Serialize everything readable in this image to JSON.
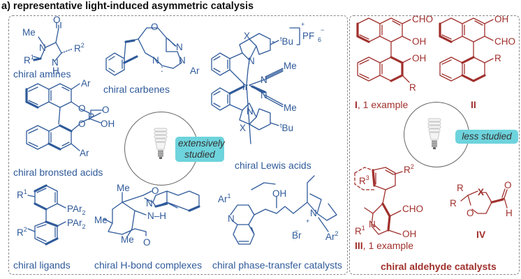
{
  "header": {
    "title": "a) representative light-induced asymmetric catalysis"
  },
  "colors": {
    "left_structures": "#2f5a9a",
    "right_structures": "#a0302c",
    "badge": "#6dd3dc"
  },
  "left_panel": {
    "categories": [
      {
        "label": "chiral amines"
      },
      {
        "label": "chiral carbenes"
      },
      {
        "label": "chiral Lewis acids"
      },
      {
        "label": "chiral bronsted acids"
      },
      {
        "label": "chiral ligands"
      },
      {
        "label": "chiral H-bond complexes"
      },
      {
        "label": "chiral phase-transfer catalysts"
      }
    ],
    "bulb": {
      "icon": "light-bulb-icon",
      "badge_line1": "extensively",
      "badge_line2": "studied"
    },
    "atoms": {
      "me": "Me",
      "n": "N",
      "o": "O",
      "h": "H",
      "r1": "R",
      "r2": "R",
      "ar": "Ar",
      "x": "X",
      "tbu": "Bu",
      "tbu_prefix": "t",
      "pf6": "PF",
      "ir": "Ir",
      "p": "P",
      "oh": "OH",
      "par2": "PAr",
      "br": "Br",
      "nh": "N–H",
      "ar1": "Ar",
      "ar2": "Ar",
      "sup1": "1",
      "sup2": "2",
      "sub2": "2",
      "sub6": "6",
      "plus": "+",
      "minus": "−"
    }
  },
  "right_panel": {
    "catalysts": [
      {
        "id": "I",
        "note": ", 1 example"
      },
      {
        "id": "II",
        "note": ""
      },
      {
        "id": "III",
        "note": ", 1 example"
      },
      {
        "id": "IV",
        "note": ""
      }
    ],
    "bulb": {
      "icon": "light-bulb-icon",
      "badge": "less studied"
    },
    "footer": "chiral aldehyde catalysts",
    "atoms": {
      "cho": "CHO",
      "oh": "OH",
      "r": "R",
      "r1": "R",
      "r2": "R",
      "r3": "R",
      "n": "N",
      "o": "O",
      "x": "X",
      "h": "H"
    }
  }
}
